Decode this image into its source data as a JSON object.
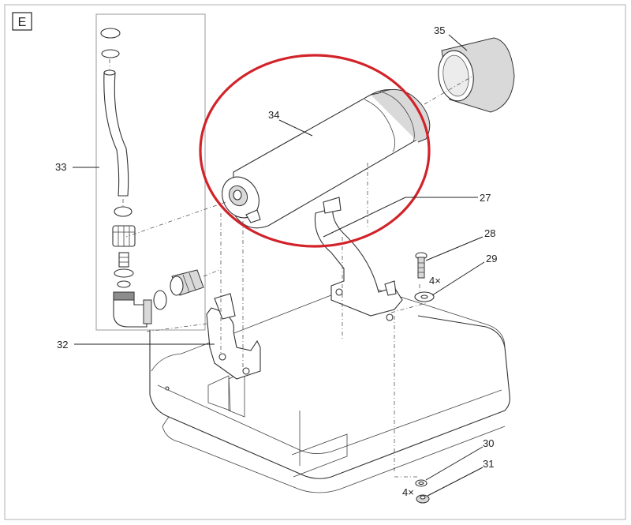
{
  "section_letter": "E",
  "highlight_color": "#d2232a",
  "callouts": {
    "c27": "27",
    "c28": "28",
    "c29": "29",
    "c30": "30",
    "c31": "31",
    "c32": "32",
    "c33": "33",
    "c34": "34",
    "c35": "35"
  },
  "quantities": {
    "q29": "4×",
    "q30": "4×"
  }
}
